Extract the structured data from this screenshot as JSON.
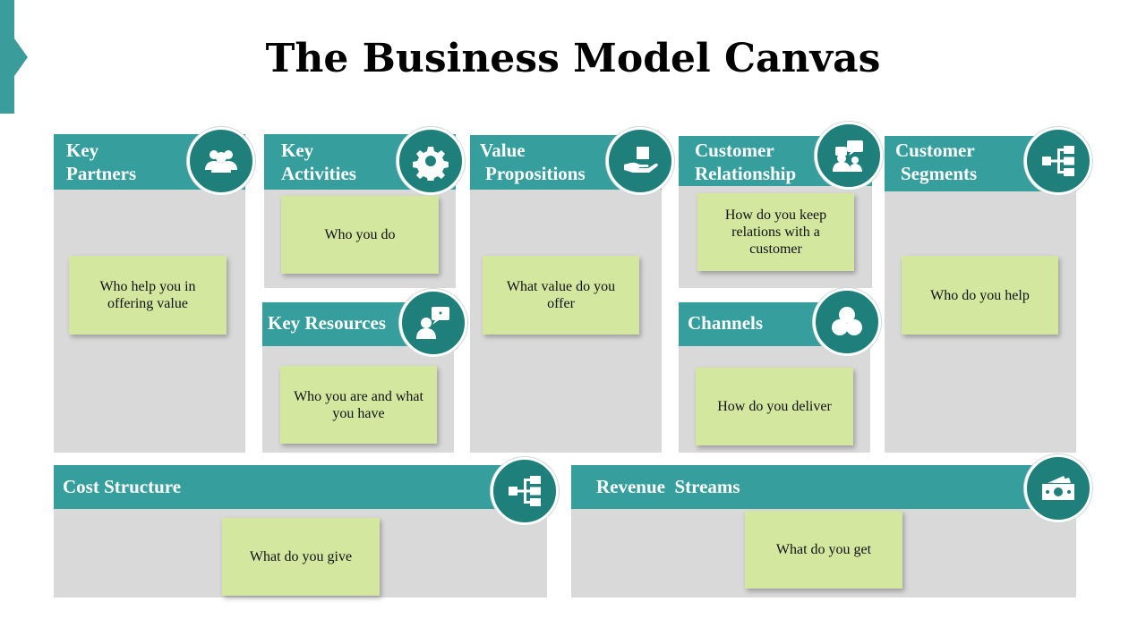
{
  "title": "The Business Model Canvas",
  "blocks": {
    "key_partners": {
      "title": [
        "Key",
        "Partners"
      ],
      "note": "Who help you in offering value",
      "icon": "people-group-icon"
    },
    "key_activities": {
      "title": [
        "Key",
        "Activities"
      ],
      "note": "Who you do",
      "icon": "gear-icon"
    },
    "key_resources": {
      "title": [
        "Key Resources"
      ],
      "note": "Who you are and what you have",
      "icon": "person-speech-icon"
    },
    "value_propositions": {
      "title": [
        "Value",
        "Propositions"
      ],
      "note": "What value do you offer",
      "icon": "hand-box-icon"
    },
    "customer_relationship": {
      "title": [
        "Customer",
        "Relationship"
      ],
      "note": "How do you keep relations with a customer",
      "icon": "people-chat-icon"
    },
    "channels": {
      "title": [
        "Channels"
      ],
      "note": "How do you deliver",
      "icon": "three-circles-icon"
    },
    "customer_segments": {
      "title": [
        "Customer",
        "Segments"
      ],
      "note": "Who do you help",
      "icon": "hierarchy-icon"
    },
    "cost_structure": {
      "title": [
        "Cost Structure"
      ],
      "note": "What do you give",
      "icon": "hierarchy-icon"
    },
    "revenue_streams": {
      "title": [
        "Revenue  Streams"
      ],
      "note": "What do you get",
      "icon": "cash-icon"
    }
  },
  "colors": {
    "header": "#369e9c",
    "icon_bg": "#1f807b",
    "panel": "#d9d9d9",
    "note": "#d3e79f",
    "accent": "#3a9d9b"
  }
}
